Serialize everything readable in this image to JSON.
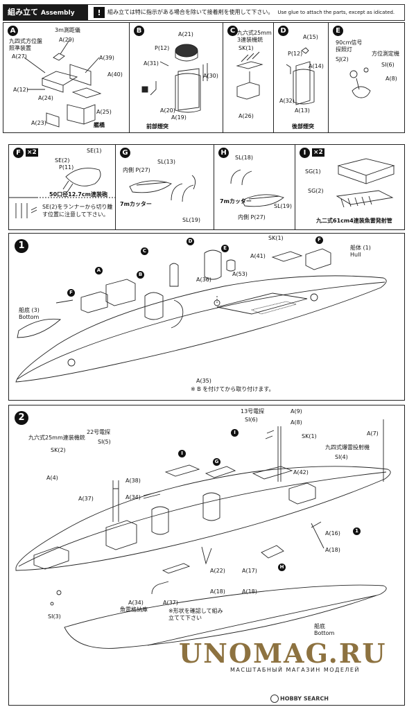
{
  "header": {
    "title_jp": "組み立て",
    "title_en": "Assembly",
    "note_jp": "組み立ては特に指示がある場合を除いて接着剤を使用して下さい。",
    "note_en": "Use glue to attach the parts, except as idicated."
  },
  "stepA": {
    "badge": "A",
    "callouts": [
      "3m測距儀",
      "九四式方位盤",
      "照準装置"
    ],
    "parts": [
      "A(29)",
      "A(27)",
      "A(39)",
      "A(40)",
      "A(12)",
      "A(24)",
      "A(25)",
      "A(23)"
    ],
    "caption": "艦橋"
  },
  "stepB": {
    "badge": "B",
    "parts": [
      "A(21)",
      "P(12)",
      "A(31)",
      "A(30)",
      "A(20)",
      "A(19)"
    ],
    "caption": "前部煙突"
  },
  "stepC": {
    "badge": "C",
    "callouts": [
      "九六式25mm",
      "3連装機銃"
    ],
    "parts": [
      "SK(1)",
      "A(26)"
    ]
  },
  "stepD": {
    "badge": "D",
    "parts": [
      "A(15)",
      "P(12)",
      "A(14)",
      "A(32)",
      "A(13)"
    ],
    "caption": "後部煙突"
  },
  "stepE": {
    "badge": "E",
    "callouts": [
      "90cm信号",
      "探照灯",
      "方位測定機"
    ],
    "parts": [
      "SJ(2)",
      "SI(6)",
      "A(8)"
    ]
  },
  "stepF": {
    "badge": "F",
    "multiplier": "×2",
    "parts": [
      "SE(1)",
      "SE(2)",
      "P(11)"
    ],
    "caption": "50口径12.7cm連装砲",
    "note": "SE(2)をランナーから切り離す位置に注意して下さい。"
  },
  "stepG": {
    "badge": "G",
    "parts": [
      "SL(13)",
      "SL(19)"
    ],
    "inside": "内側 P(27)",
    "caption": "7mカッター"
  },
  "stepH": {
    "badge": "H",
    "parts": [
      "SL(18)",
      "SL(19)"
    ],
    "inside": "内側 P(27)",
    "caption": "7mカッター"
  },
  "stepI": {
    "badge": "I",
    "multiplier": "×2",
    "parts": [
      "SG(1)",
      "SG(2)"
    ],
    "caption": "九二式61cm4連装魚雷発射管"
  },
  "step1": {
    "badge": "1",
    "sub_badges": [
      "C",
      "D",
      "E",
      "A",
      "B",
      "F",
      "F",
      "SK(1)"
    ],
    "parts": [
      "A(36)",
      "A(41)",
      "A(53)",
      "A(35)"
    ],
    "hull_jp": "船体",
    "hull_en": "Hull",
    "hull_num": "1",
    "bottom_jp": "船底",
    "bottom_en": "Bottom",
    "bottom_num": "3",
    "note": "※ B を付けてから取り付けます。"
  },
  "step2": {
    "badge": "2",
    "callouts": [
      "九六式25mm連装機銃",
      "22号電探",
      "13号電探",
      "九四式爆雷投射機",
      "魚雷格納庫"
    ],
    "parts": [
      "SK(2)",
      "A(4)",
      "A(37)",
      "SI(5)",
      "A(38)",
      "A(34)",
      "SI(6)",
      "A(9)",
      "A(8)",
      "SK(1)",
      "SI(4)",
      "A(7)",
      "A(42)",
      "A(16)",
      "A(18)",
      "A(22)",
      "A(17)",
      "A(18)",
      "A(18)",
      "A(34)",
      "A(37)",
      "SI(3)"
    ],
    "sub_badges": [
      "I",
      "I",
      "G",
      "H",
      "1"
    ],
    "note": "※形状を確認して組み立てて下さい",
    "bottom_jp": "船底",
    "bottom_en": "Bottom"
  },
  "watermark": {
    "text": "UNOMAG.RU",
    "sub": "МАСШТАБНЫЙ МАГАЗИН МОДЕЛЕЙ"
  },
  "credit": "HOBBY SEARCH"
}
